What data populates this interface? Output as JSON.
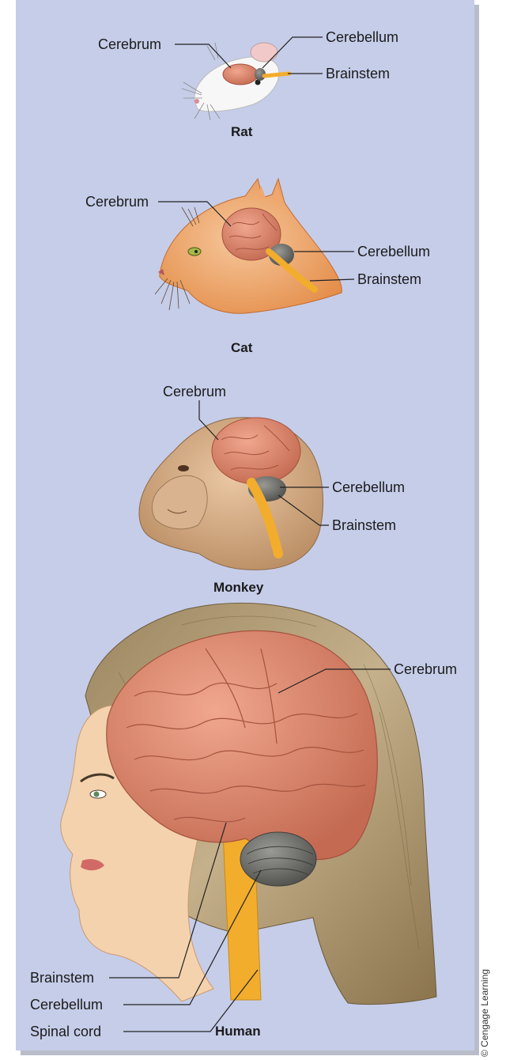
{
  "rat": {
    "name": "Rat",
    "labels": {
      "cerebrum": "Cerebrum",
      "cerebellum": "Cerebellum",
      "brainstem": "Brainstem"
    }
  },
  "cat": {
    "name": "Cat",
    "labels": {
      "cerebrum": "Cerebrum",
      "cerebellum": "Cerebellum",
      "brainstem": "Brainstem"
    }
  },
  "monkey": {
    "name": "Monkey",
    "labels": {
      "cerebrum": "Cerebrum",
      "cerebellum": "Cerebellum",
      "brainstem": "Brainstem"
    }
  },
  "human": {
    "name": "Human",
    "labels": {
      "cerebrum": "Cerebrum",
      "brainstem": "Brainstem",
      "cerebellum": "Cerebellum",
      "spinal_cord": "Spinal cord"
    }
  },
  "credit": "© Cengage Learning",
  "colors": {
    "panel": "#c6cde9",
    "brain": "#d9826a",
    "cerebellum": "#6b6b68",
    "brainstem": "#f2ad2d"
  }
}
